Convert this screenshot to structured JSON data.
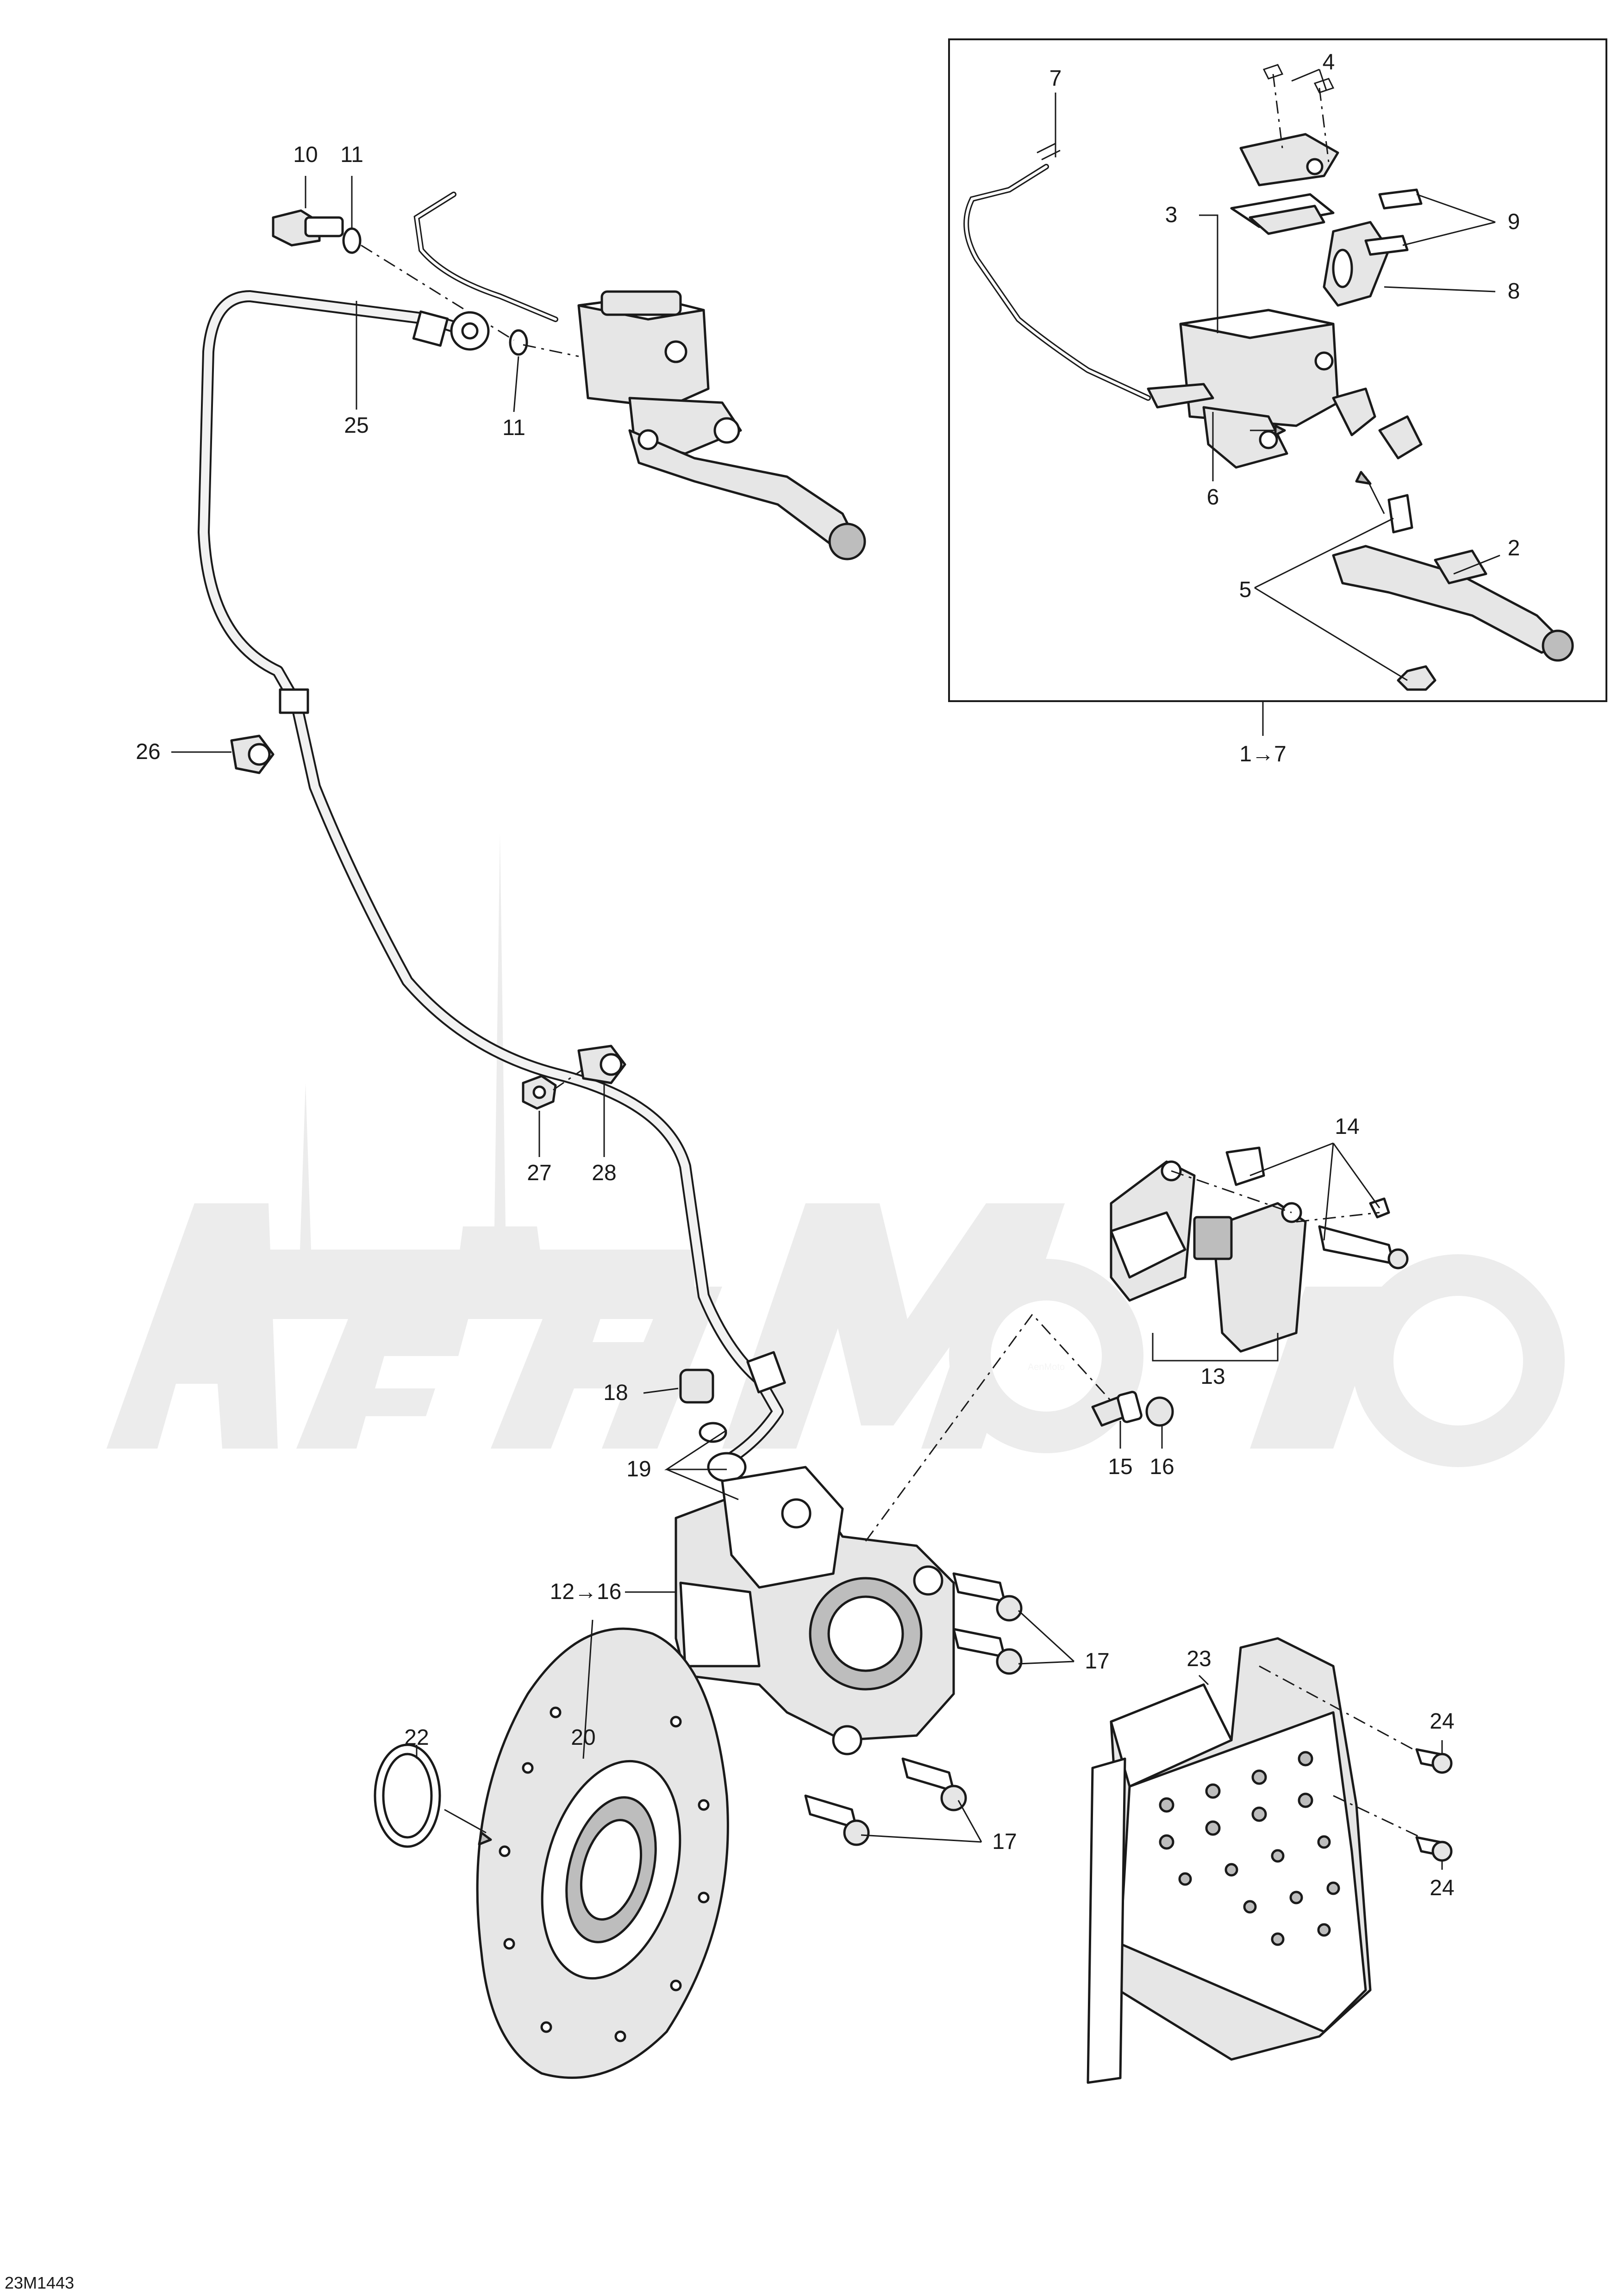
{
  "diagram_code": "23M1443",
  "watermark_text": "AenMoto",
  "callouts": {
    "c1_7": "1→7",
    "c2": "2",
    "c3": "3",
    "c4": "4",
    "c5": "5",
    "c6": "6",
    "c7": "7",
    "c8": "8",
    "c9": "9",
    "c10": "10",
    "c11a": "11",
    "c11b": "11",
    "c12_16": "12→16",
    "c13": "13",
    "c14": "14",
    "c15": "15",
    "c16": "16",
    "c17a": "17",
    "c17b": "17",
    "c18": "18",
    "c19": "19",
    "c20": "20",
    "c22": "22",
    "c23": "23",
    "c24a": "24",
    "c24b": "24",
    "c25": "25",
    "c26": "26",
    "c27": "27",
    "c28": "28"
  }
}
